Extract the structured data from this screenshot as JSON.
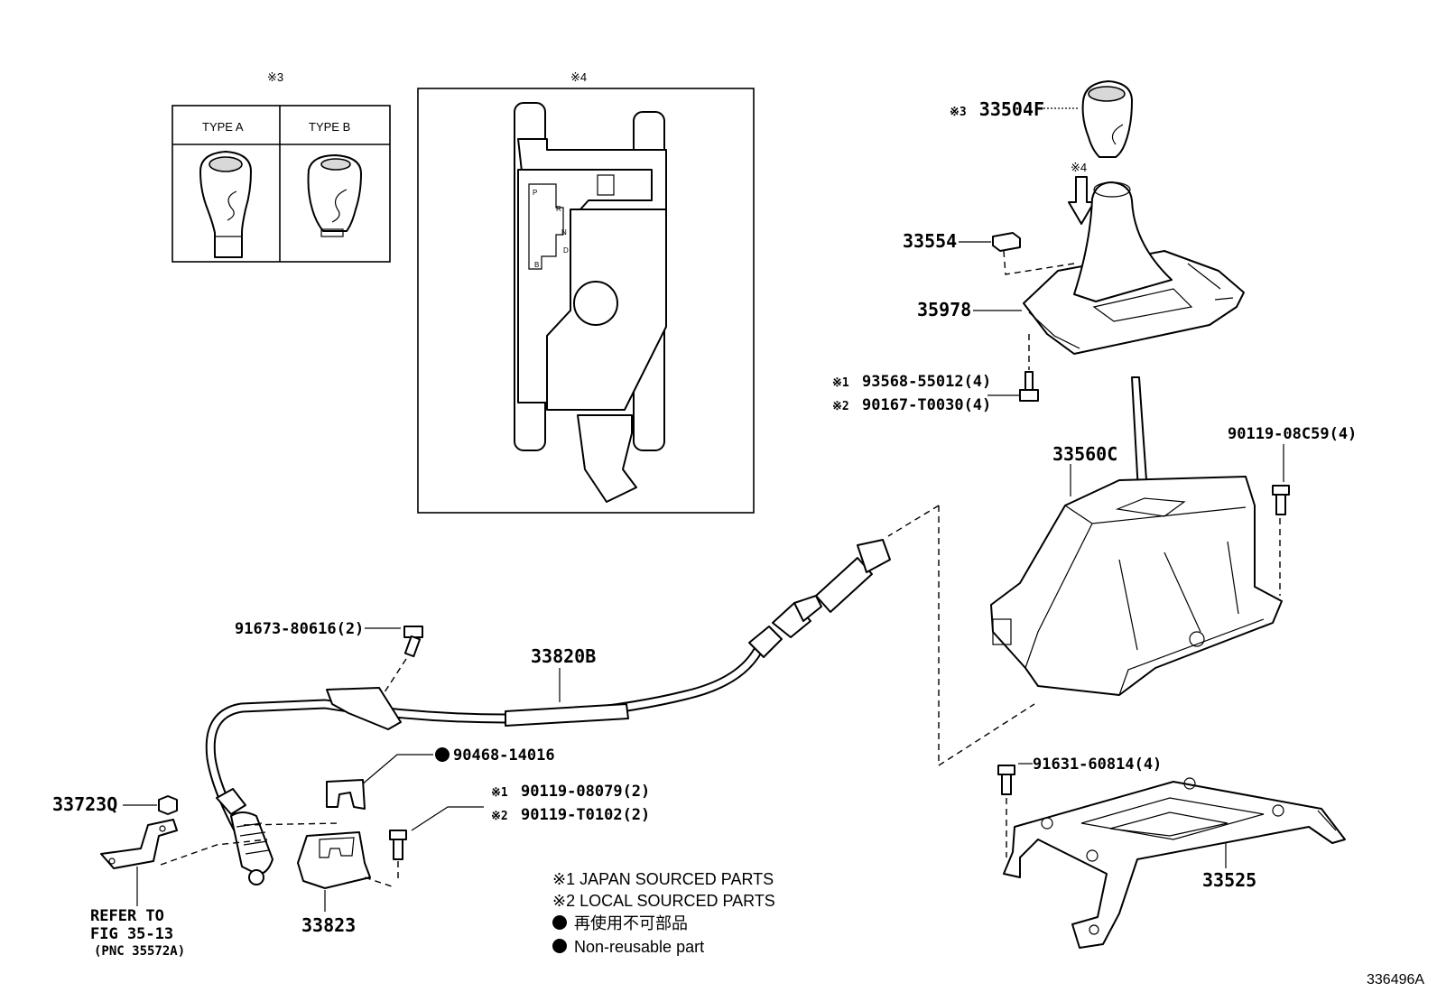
{
  "inset_type": {
    "marker": "※3",
    "type_a": "TYPE A",
    "type_b": "TYPE B"
  },
  "inset_gate": {
    "marker": "※4",
    "gate_letters": [
      "P",
      "R",
      "N",
      "D",
      "B"
    ]
  },
  "callouts": {
    "knob": {
      "marker": "※3",
      "part_no": "33504F"
    },
    "arrow_marker": "※4",
    "clip": "33554",
    "bezel": "35978",
    "screw_a": {
      "marker": "※1",
      "part_no": "93568-55012(4)"
    },
    "screw_b": {
      "marker": "※2",
      "part_no": "90167-T0030(4)"
    },
    "shift_lever": "33560C",
    "bolt_lever": "90119-08C59(4)",
    "bolt_cable_bracket": "91673-80616(2)",
    "cable": "33820B",
    "retainer": "90468-14016",
    "bolt_bracket_a": {
      "marker": "※1",
      "part_no": "90119-08079(2)"
    },
    "bolt_bracket_b": {
      "marker": "※2",
      "part_no": "90119-T0102(2)"
    },
    "nut": "33723Q",
    "refer": [
      "REFER TO",
      "FIG 35-13",
      "(PNC 35572A)"
    ],
    "bracket": "33823",
    "bolt_base": "91631-60814(4)",
    "base": "33525"
  },
  "legend": {
    "note1": "※1 JAPAN SOURCED PARTS",
    "note2": "※2 LOCAL SOURCED PARTS",
    "note3": "再使用不可部品",
    "note4": "Non-reusable part"
  },
  "figure_id": "336496A"
}
